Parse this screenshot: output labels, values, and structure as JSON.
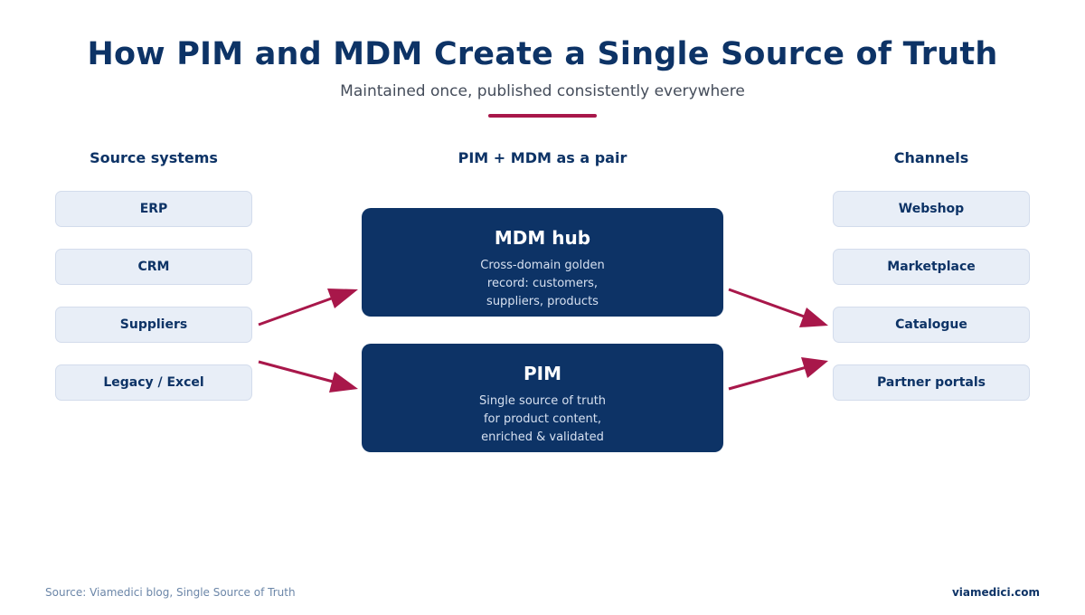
{
  "header": {
    "title": "How PIM and MDM Create a Single Source of Truth",
    "subtitle": "Maintained once, published consistently everywhere"
  },
  "columns": {
    "sources_heading": "Source systems",
    "center_heading": "PIM + MDM as a pair",
    "channels_heading": "Channels"
  },
  "sources": [
    "ERP",
    "CRM",
    "Suppliers",
    "Legacy / Excel"
  ],
  "channels": [
    "Webshop",
    "Marketplace",
    "Catalogue",
    "Partner portals"
  ],
  "hubs": {
    "mdm": {
      "title": "MDM hub",
      "desc": [
        "Cross-domain golden",
        "record: customers,",
        "suppliers, products"
      ]
    },
    "pim": {
      "title": "PIM",
      "desc": [
        "Single source of truth",
        "for product content,",
        "enriched & validated"
      ]
    }
  },
  "footer": {
    "source": "Source: Viamedici blog, Single Source of Truth",
    "brand": "viamedici.com"
  },
  "colors": {
    "navy": "#0d3366",
    "accent": "#a8174a",
    "node_fill": "#e8eef7"
  }
}
